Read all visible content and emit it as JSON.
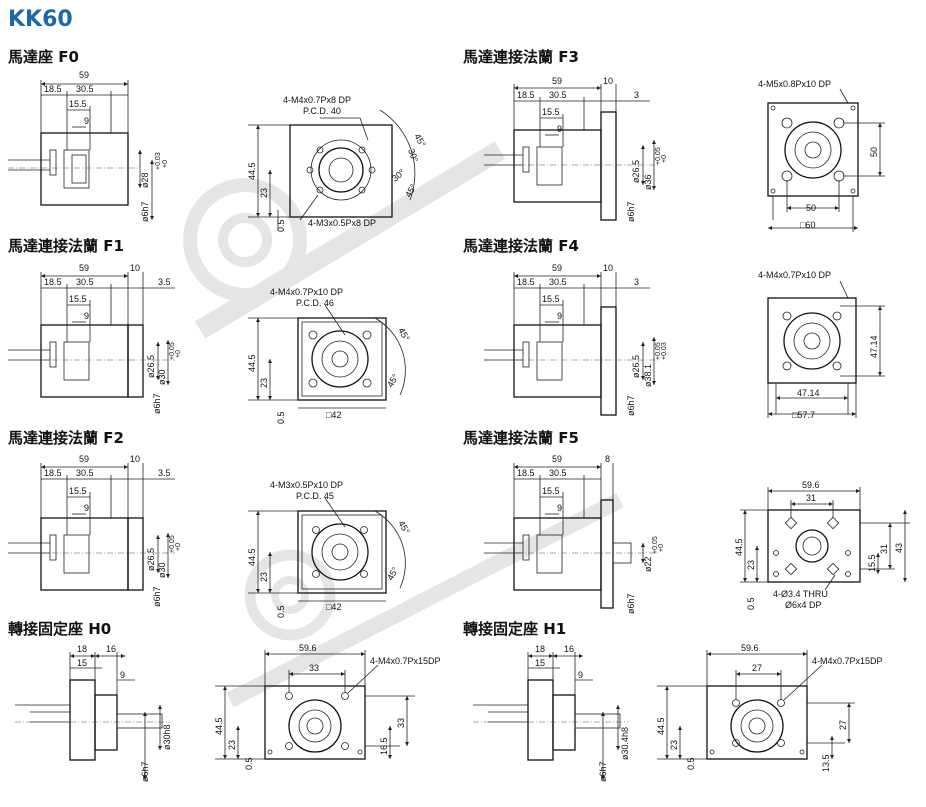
{
  "title": "KK60",
  "sections": {
    "f0": {
      "heading": "馬達座 F0",
      "dims": [
        "59",
        "18.5",
        "30.5",
        "15.5",
        "9",
        "ø28",
        "+0.03",
        "+0",
        "ø6h7",
        "44.5",
        "23",
        "0.5"
      ],
      "notes": [
        "4-M4x0.7Px8 DP",
        "P.C.D. 40",
        "4-M3x0.5Px8 DP",
        "45°",
        "30°",
        "30°",
        "45°"
      ]
    },
    "f1": {
      "heading": "馬達連接法蘭 F1",
      "dims": [
        "59",
        "10",
        "18.5",
        "30.5",
        "3.5",
        "15.5",
        "9",
        "ø26.5",
        "ø30",
        "+0.05",
        "+0",
        "ø6h7",
        "44.5",
        "23",
        "0.5",
        "□42"
      ],
      "notes": [
        "4-M4x0.7Px10 DP",
        "P.C.D. 46",
        "45°",
        "45°"
      ]
    },
    "f2": {
      "heading": "馬達連接法蘭 F2",
      "dims": [
        "59",
        "10",
        "18.5",
        "30.5",
        "3.5",
        "15.5",
        "9",
        "ø26.5",
        "ø30",
        "+0.05",
        "+0",
        "ø6h7",
        "44.5",
        "23",
        "0.5",
        "□42"
      ],
      "notes": [
        "4-M3x0.5Px10 DP",
        "P.C.D. 45",
        "45°",
        "45°"
      ]
    },
    "f3": {
      "heading": "馬達連接法蘭 F3",
      "dims": [
        "59",
        "10",
        "18.5",
        "30.5",
        "3",
        "15.5",
        "9",
        "ø26.5",
        "ø36",
        "+0.05",
        "+0",
        "ø6h7",
        "50",
        "50",
        "□60"
      ],
      "notes": [
        "4-M5x0.8Px10 DP"
      ]
    },
    "f4": {
      "heading": "馬達連接法蘭 F4",
      "dims": [
        "59",
        "10",
        "18.5",
        "30.5",
        "3",
        "15.5",
        "9",
        "ø26.5",
        "ø38.1",
        "+0.05",
        "+0.03",
        "ø6h7",
        "47.14",
        "47.14",
        "□57.7"
      ],
      "notes": [
        "4-M4x0.7Px10 DP"
      ]
    },
    "f5": {
      "heading": "馬達連接法蘭 F5",
      "dims": [
        "59",
        "8",
        "18.5",
        "30.5",
        "15.5",
        "9",
        "ø22",
        "+0.05",
        "+0",
        "ø6h7",
        "59.6",
        "31",
        "44.5",
        "23",
        "0.5",
        "15.5",
        "31",
        "43"
      ],
      "notes": [
        "4-Ø3.4 THRU",
        "Ø6x4 DP"
      ]
    },
    "h0": {
      "heading": "轉接固定座 H0",
      "dims": [
        "18",
        "16",
        "15",
        "9",
        "ø30h8",
        "ø6h7",
        "59.6",
        "33",
        "44.5",
        "23",
        "0.5",
        "16.5",
        "33"
      ],
      "notes": [
        "4-M4x0.7Px15DP"
      ]
    },
    "h1": {
      "heading": "轉接固定座 H1",
      "dims": [
        "18",
        "16",
        "15",
        "9",
        "ø30.4h8",
        "ø6h7",
        "59.6",
        "27",
        "44.5",
        "23",
        "0.5",
        "13.5",
        "27"
      ],
      "notes": [
        "4-M4x0.7Px15DP"
      ]
    }
  }
}
